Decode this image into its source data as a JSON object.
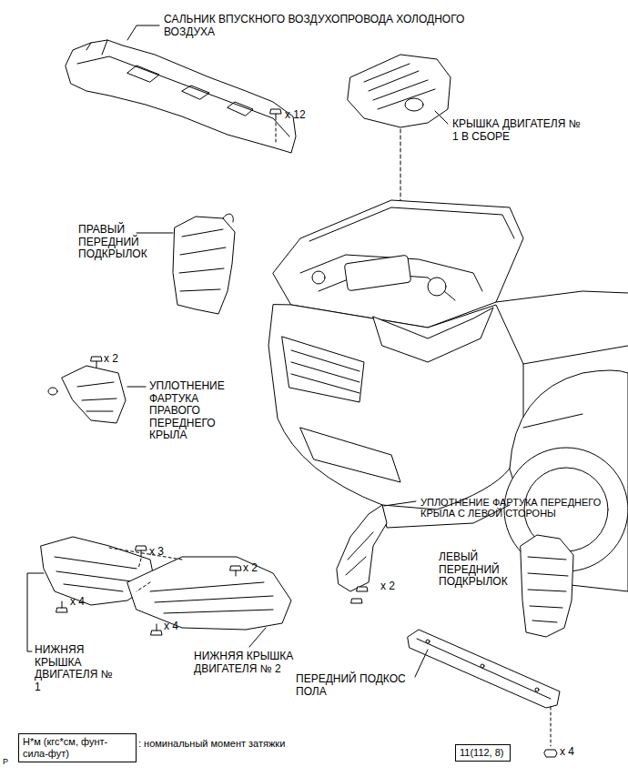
{
  "diagram": {
    "nodes": [
      {
        "text": [
          "Н*м (кгс*см, фунт-сила-фут)"
        ]
      },
      {
        "text": [
          "11(112, 8)"
        ]
      }
    ],
    "labels": [
      "САЛЬНИК ВПУСКНОГО ВОЗДУХОПРОВОДА ХОЛОДНОГО ВОЗДУХА",
      "x 12",
      "КРЫШКА ДВИГАТЕЛЯ № 1 В СБОРЕ",
      "ПРАВЫЙ ПЕРЕДНИЙ ПОДКРЫЛОК",
      "x 2",
      "УПЛОТНЕНИЕ ФАРТУКА ПРАВОГО ПЕРЕДНЕГО КРЫЛА",
      "x 3",
      "x 2",
      "x 4",
      "x 4",
      "УПЛОТНЕНИЕ ФАРТУКА ПЕРЕДНЕГО КРЫЛА С ЛЕВОЙ СТОРОНЫ",
      "x 2",
      "ЛЕВЫЙ ПЕРЕДНИЙ ПОДКРЫЛОК",
      "НИЖНЯЯ КРЫШКА ДВИГАТЕЛЯ № 1",
      "НИЖНЯЯ КРЫШКА ДВИГАТЕЛЯ № 2",
      "ПЕРЕДНИЙ ПОДКОС ПОЛА",
      ": номинальный момент затяжки",
      "x 4",
      "P"
    ]
  }
}
